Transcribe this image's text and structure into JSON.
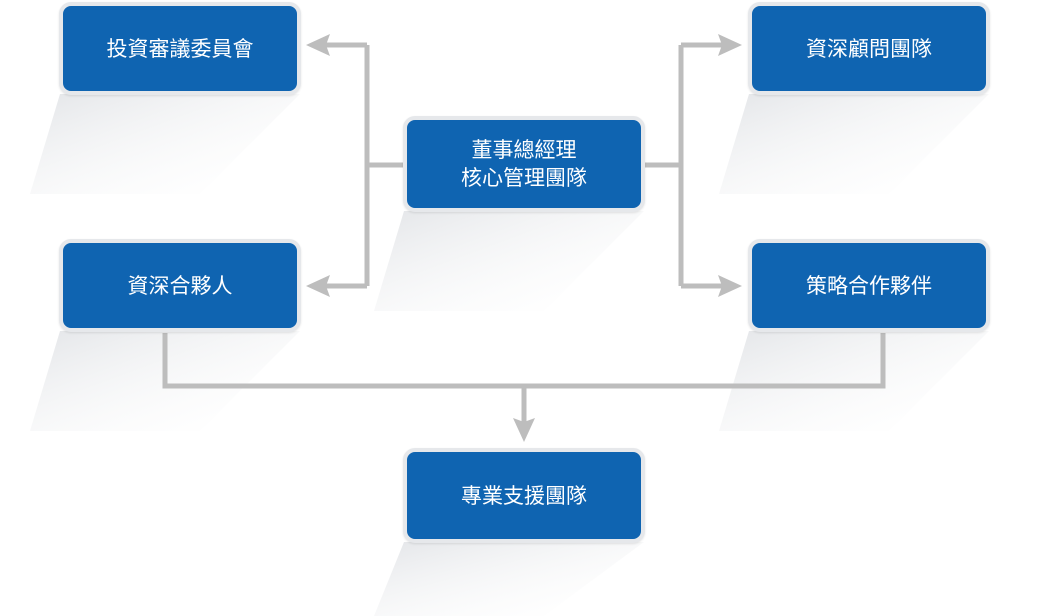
{
  "diagram": {
    "nodes": {
      "investment_committee": "投資審議委員會",
      "senior_advisory_team": "資深顧問團隊",
      "core_management": {
        "line1": "董事總經理",
        "line2": "核心管理團隊"
      },
      "senior_partners": "資深合夥人",
      "strategic_partners": "策略合作夥伴",
      "professional_support_team": "專業支援團隊"
    },
    "colors": {
      "node_fill": "#0f64b1",
      "node_border": "#e6e8eb",
      "shadow": "#e3e5e8",
      "connector": "#bdbdbd",
      "text": "#ffffff"
    }
  }
}
